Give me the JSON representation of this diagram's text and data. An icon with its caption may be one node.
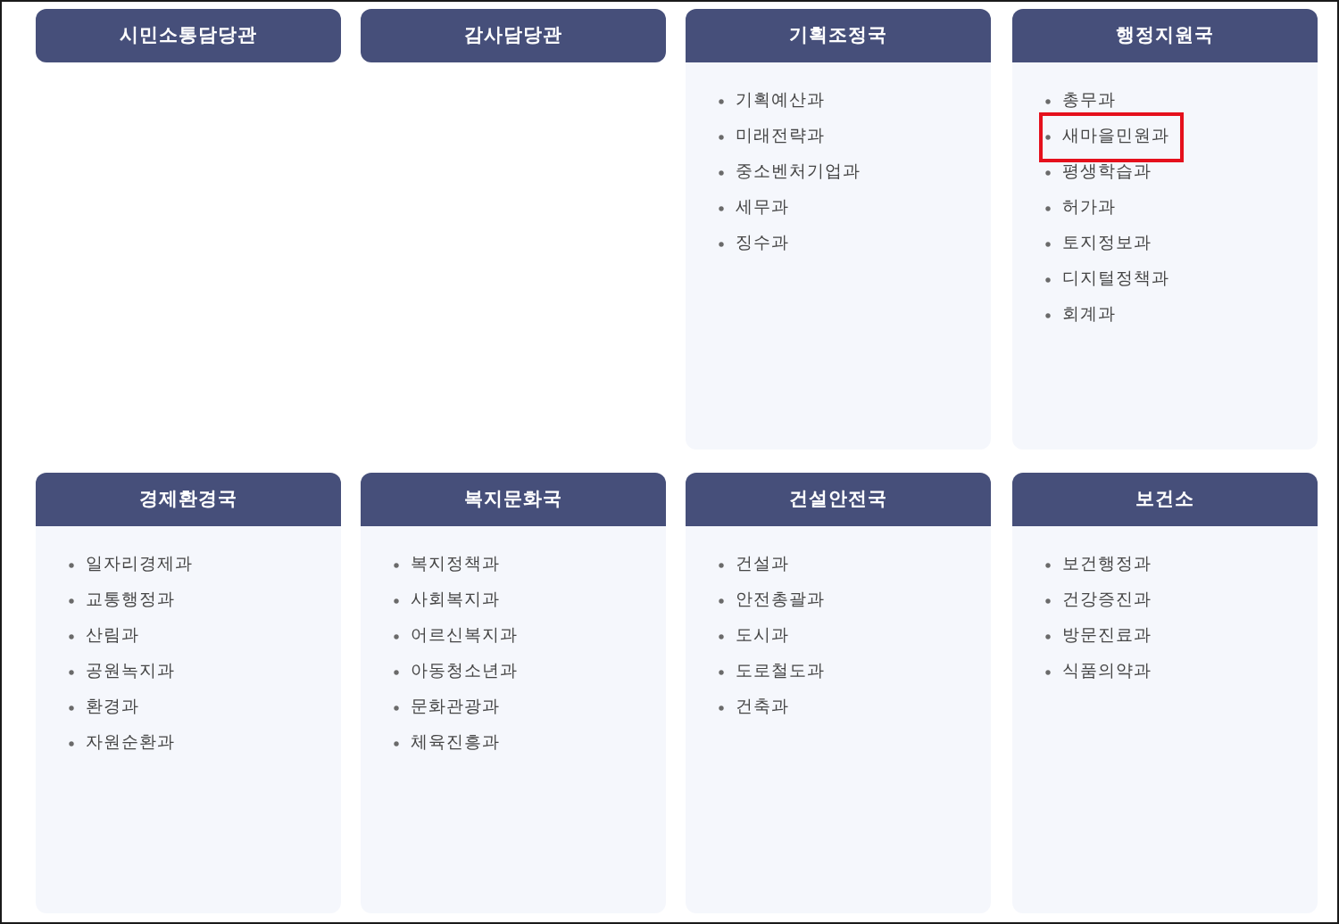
{
  "diagram": {
    "nodes": [
      {
        "text": [
          "시민소통담당관"
        ]
      },
      {
        "text": [
          "감사담당관"
        ]
      },
      {
        "text": [
          "기획조정국",
          "기획예산과",
          "미래전략과",
          "중소벤처기업과",
          "세무과",
          "징수과"
        ]
      },
      {
        "text": [
          "행정지원국",
          "총무과",
          "평생학습과",
          "허가과",
          "토지정보과",
          "디지털정책과",
          "회계과"
        ]
      },
      {
        "text": [
          "새마을민원과"
        ],
        "in": 3
      },
      {
        "text": [
          "경제환경국",
          "일자리경제과",
          "교통행정과",
          "산림과",
          "공원녹지과",
          "환경과",
          "자원순환과"
        ]
      },
      {
        "text": [
          "복지문화국",
          "복지정책과",
          "사회복지과",
          "어르신복지과",
          "아동청소년과",
          "문화관광과",
          "체육진흥과"
        ]
      },
      {
        "text": [
          "건설안전국",
          "건설과",
          "안전총괄과",
          "도시과",
          "도로철도과",
          "건축과"
        ]
      },
      {
        "text": [
          "보건소",
          "보건행정과",
          "건강증진과",
          "방문진료과",
          "식품의약과"
        ]
      }
    ]
  }
}
